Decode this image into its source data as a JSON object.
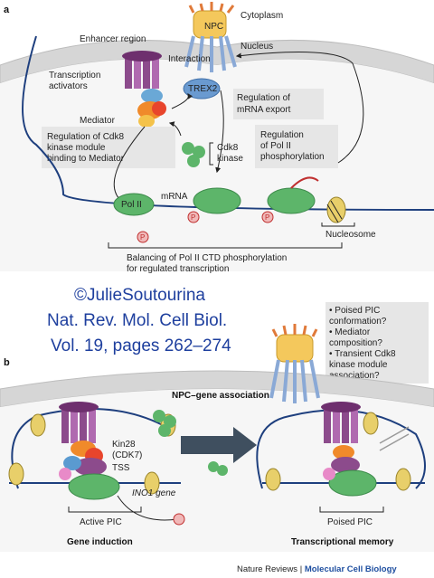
{
  "panel_a": {
    "panel_label": "a",
    "cytoplasm": "Cytoplasm",
    "npc": "NPC",
    "nucleus": "Nucleus",
    "enhancer_region": "Enhancer region",
    "interaction": "Interaction",
    "trex2": "TREX2",
    "transcription_activators": [
      "Transcription",
      "activators"
    ],
    "regulation_mrna_export": [
      "Regulation of",
      "mRNA export"
    ],
    "mediator": "Mediator",
    "regulation_cdk8": [
      "Regulation of Cdk8",
      "kinase module",
      "binding to Mediator"
    ],
    "cdk8_kinase": [
      "Cdk8",
      "kinase"
    ],
    "regulation_pol2": [
      "Regulation",
      "of Pol II",
      "phosphorylation"
    ],
    "pol2": "Pol II",
    "mrna": "mRNA",
    "phospho": "P",
    "nucleosome": "Nucleosome",
    "balancing": [
      "Balancing of Pol II CTD phosphorylation",
      "for regulated transcription"
    ]
  },
  "watermark": {
    "line1": "©JulieSoutourina",
    "line2": "Nat. Rev. Mol. Cell Biol.",
    "line3": "Vol. 19, pages 262–274"
  },
  "panel_b": {
    "panel_label": "b",
    "questions": [
      "• Poised PIC",
      "  conformation?",
      "• Mediator",
      "  composition?",
      "• Transient Cdk8",
      "  kinase module",
      "  association?"
    ],
    "npc_gene_association": "NPC–gene association",
    "kin28": [
      "Kin28",
      "(CDK7)"
    ],
    "tss": "TSS",
    "ino1_gene": "INO1 gene",
    "active_pic": "Active PIC",
    "poised_pic": "Poised PIC",
    "gene_induction": "Gene induction",
    "transcriptional_memory": "Transcriptional memory"
  },
  "footer": {
    "journal": "Nature Reviews",
    "separator": " | ",
    "section": "Molecular Cell Biology"
  },
  "colors": {
    "nuclear_envelope": "#c8c8c8",
    "pol2_green": "#5db56a",
    "mediator_orange": "#f08a2a",
    "activator_purple": "#8c4b8c",
    "trex2_blue": "#6a9ad0",
    "phospho_red": "#d23a3a",
    "nucleosome_yellow": "#e8cf6a",
    "callout_grey": "#e6e6e6",
    "watermark_blue": "#1e3f9e",
    "footer_blue": "#1f4fa0"
  }
}
